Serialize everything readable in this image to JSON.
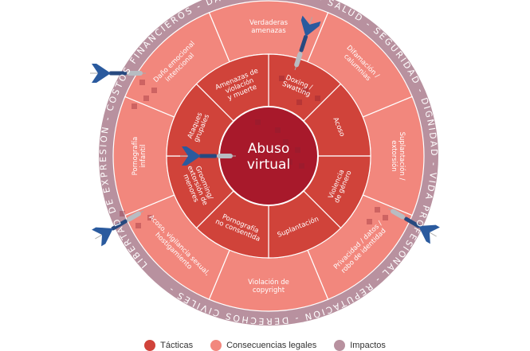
{
  "center": {
    "lines": [
      "Abuso",
      "virtual"
    ]
  },
  "outer_ring_text": "LIBERTAD DE EXPRESIÓN  -  COSTOS FINANCIEROS  -  DAÑO EMOCIONAL  -  SALUD  -  SEGURIDAD  -  DIGNIDAD  -  VIDA PROFESIONAL  -  REPUTACIÓN  -  DERECHOS CIVILES  -",
  "tactics": [
    {
      "lines": [
        "Doxing /",
        "Swatting"
      ]
    },
    {
      "lines": [
        "Acoso"
      ]
    },
    {
      "lines": [
        "Violencia",
        "de género"
      ]
    },
    {
      "lines": [
        "Suplantación"
      ]
    },
    {
      "lines": [
        "Pornografía",
        "no consentida"
      ]
    },
    {
      "lines": [
        "Grooming/",
        "extorsión de",
        "menores"
      ]
    },
    {
      "lines": [
        "Ataques",
        "grupales"
      ]
    },
    {
      "lines": [
        "Amenazas de",
        "violación",
        "y muerte"
      ]
    }
  ],
  "consequences": [
    {
      "lines": [
        "Verdaderas",
        "amenazas"
      ]
    },
    {
      "lines": [
        "Difamación /",
        "calumnias"
      ]
    },
    {
      "lines": [
        "Suplantación /",
        "extorsión"
      ]
    },
    {
      "lines": [
        "Privacidad / datos /",
        "robo de identidad"
      ]
    },
    {
      "lines": [
        "Violación de",
        "copyright"
      ]
    },
    {
      "lines": [
        "Acoso, vigilancia sexual,",
        "hostigamiento"
      ]
    },
    {
      "lines": [
        "Pornografía",
        "infantil"
      ]
    },
    {
      "lines": [
        "Daño emocional",
        "intencional"
      ]
    }
  ],
  "legend": [
    {
      "label": "Tácticas",
      "color": "#d0433a"
    },
    {
      "label": "Consecuencias legales",
      "color": "#f2877d"
    },
    {
      "label": "Impactos",
      "color": "#b8919f"
    }
  ],
  "colors": {
    "center": "#a8192b",
    "tactics": "#d0433a",
    "consequences": "#f2877d",
    "impacts": "#b8919f",
    "dart": "#2a5a9e"
  }
}
